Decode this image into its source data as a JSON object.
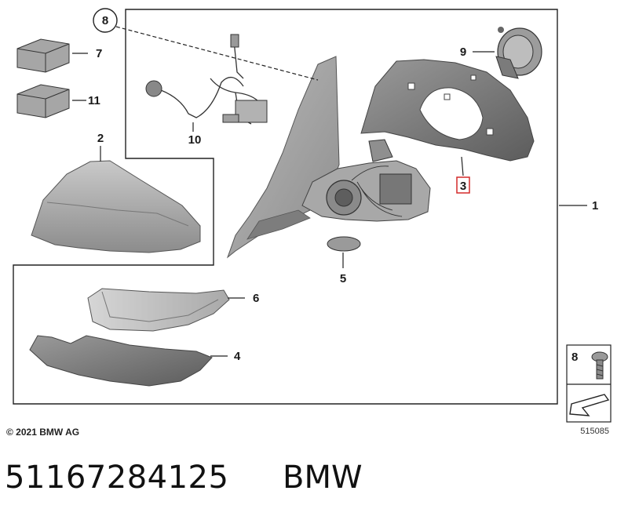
{
  "callouts": {
    "c1": "1",
    "c2": "2",
    "c3": "3",
    "c4": "4",
    "c5": "5",
    "c6": "6",
    "c7": "7",
    "c8": "8",
    "c9": "9",
    "c10": "10",
    "c11": "11",
    "legend_screw": "8"
  },
  "highlight_color": "#d42a2a",
  "copyright": "© 2021 BMW AG",
  "diagram_ref": "515085",
  "part_number": "51167284125",
  "brand": "BMW"
}
